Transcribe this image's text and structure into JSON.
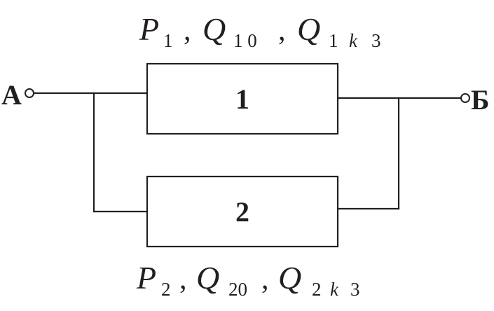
{
  "terminals": {
    "left": "А",
    "right": "Б"
  },
  "blocks": [
    {
      "label": "1"
    },
    {
      "label": "2"
    }
  ],
  "params_top": {
    "p": "P",
    "p_sub": "1",
    "q0": "Q",
    "q0_sub": "1 0",
    "q1": "Q",
    "q1_sub_a": "1",
    "q1_sub_k": "k",
    "q1_sub_b": "3",
    "comma": ","
  },
  "params_bottom": {
    "p": "P",
    "p_sub": "2",
    "q0": "Q",
    "q0_sub": "20",
    "q1": "Q",
    "q1_sub_a": "2",
    "q1_sub_k": "k",
    "q1_sub_b": "3",
    "comma": ","
  }
}
